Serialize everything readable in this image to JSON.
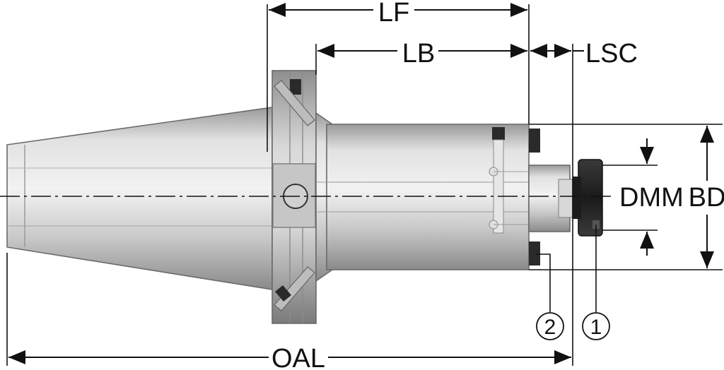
{
  "labels": {
    "lf": "LF",
    "lb": "LB",
    "lsc": "LSC",
    "dmm": "DMM",
    "bd": "BD",
    "oal": "OAL"
  },
  "callouts": {
    "one": "1",
    "two": "2"
  },
  "colors": {
    "line": "#111111",
    "body_light": "#d4d4d4",
    "body_dark": "#7e7e7e",
    "collet": "#242424"
  }
}
